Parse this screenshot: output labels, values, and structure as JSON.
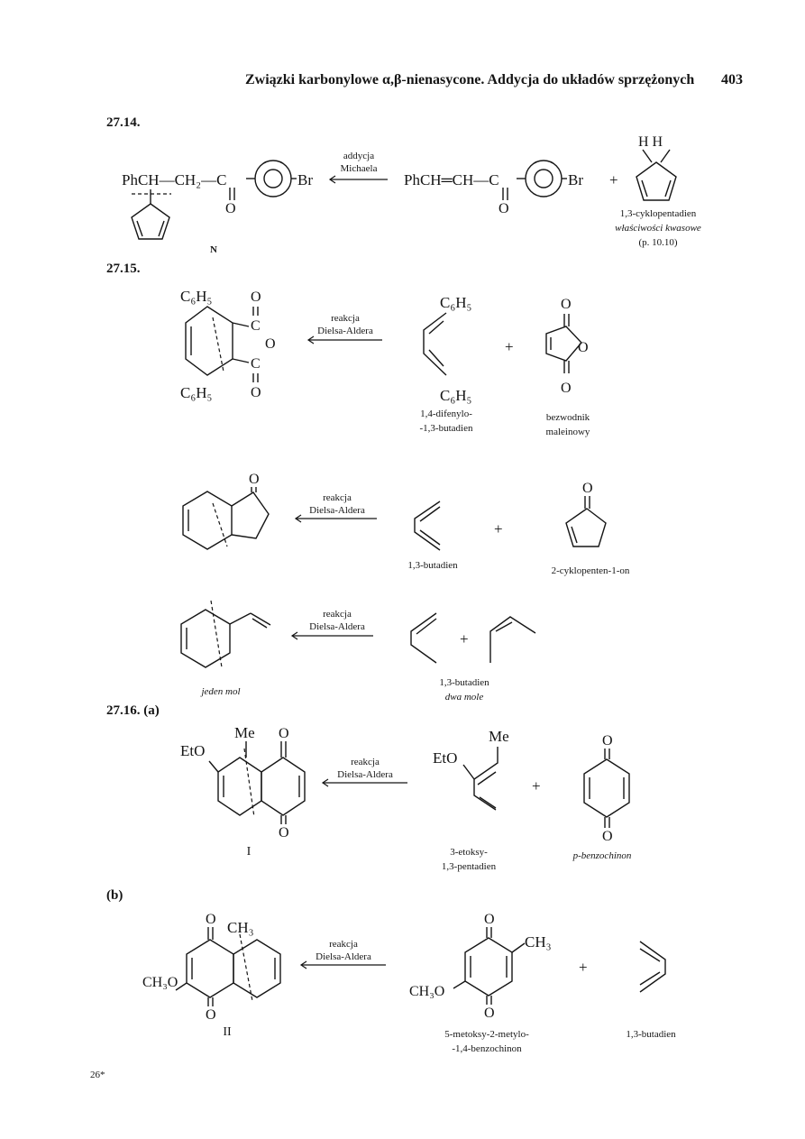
{
  "header": {
    "running_title": "Związki karbonylowe α,β-nienasycone. Addycja do układów sprzężonych",
    "page_number": "403"
  },
  "problems": {
    "p1": "27.14.",
    "p2": "27.15.",
    "p3": "27.16. (a)",
    "p3b": "(b)"
  },
  "scheme_27_14": {
    "arrow_label_1": "addycja",
    "arrow_label_2": "Michaela",
    "product_formula_left": "PhCH—CH₂—C",
    "product_substituent": "Br",
    "reactant_formula": "PhCH═CH—C",
    "reactant_substituent": "Br",
    "plus": "+",
    "hh": "H  H",
    "carbonyl_o_1": "O",
    "carbonyl_o_2": "O",
    "reagent_name": "1,3-cyklopentadien",
    "reagent_note": "właściwości kwasowe",
    "reagent_ref": "(p. 10.10)",
    "mark": "N"
  },
  "scheme_27_15": {
    "row1": {
      "substituent_top": "C₆H₅",
      "substituent_bottom": "C₆H₅",
      "o1": "O",
      "o2": "O",
      "o3": "O",
      "c1": "C",
      "c2": "C",
      "reaction_1": "reakcja",
      "reaction_2": "Dielsa-Aldera",
      "diene_top": "C₆H₅",
      "diene_bottom": "C₆H₅",
      "diene_name_1": "1,4-difenylo-",
      "diene_name_2": "-1,3-butadien",
      "plus": "+",
      "dienophile_o1": "O",
      "dienophile_o2": "O",
      "dienophile_o3": "O",
      "dienophile_name_1": "bezwodnik",
      "dienophile_name_2": "maleinowy"
    },
    "row2": {
      "ketone_o": "O",
      "reaction_1": "reakcja",
      "reaction_2": "Dielsa-Aldera",
      "diene_name": "1,3-butadien",
      "plus": "+",
      "dienophile_o": "O",
      "dienophile_name": "2-cyklopenten-1-on"
    },
    "row3": {
      "reaction_1": "reakcja",
      "reaction_2": "Dielsa-Aldera",
      "product_note": "jeden mol",
      "plus": "+",
      "diene_name": "1,3-butadien",
      "diene_note": "dwa mole"
    }
  },
  "scheme_27_16a": {
    "me": "Me",
    "eto": "EtO",
    "o_top": "O",
    "o_bottom": "O",
    "product_id": "I",
    "reaction_1": "reakcja",
    "reaction_2": "Dielsa-Aldera",
    "diene_me": "Me",
    "diene_eto": "EtO",
    "diene_name_1": "3-etoksy-",
    "diene_name_2": "1,3-pentadien",
    "plus": "+",
    "quinone_o_top": "O",
    "quinone_o_bottom": "O",
    "quinone_name": "p-benzochinon"
  },
  "scheme_27_16b": {
    "o_top": "O",
    "ch3": "CH₃",
    "ch3o": "CH₃O",
    "o_bottom": "O",
    "product_id": "II",
    "reaction_1": "reakcja",
    "reaction_2": "Dielsa-Aldera",
    "quinone_o_top": "O",
    "quinone_ch3": "CH₃",
    "quinone_ch3o": "CH₃O",
    "quinone_o_bottom": "O",
    "quinone_name_1": "5-metoksy-2-metylo-",
    "quinone_name_2": "-1,4-benzochinon",
    "plus": "+",
    "diene_name": "1,3-butadien"
  },
  "footer": {
    "sheet_mark": "26*"
  }
}
